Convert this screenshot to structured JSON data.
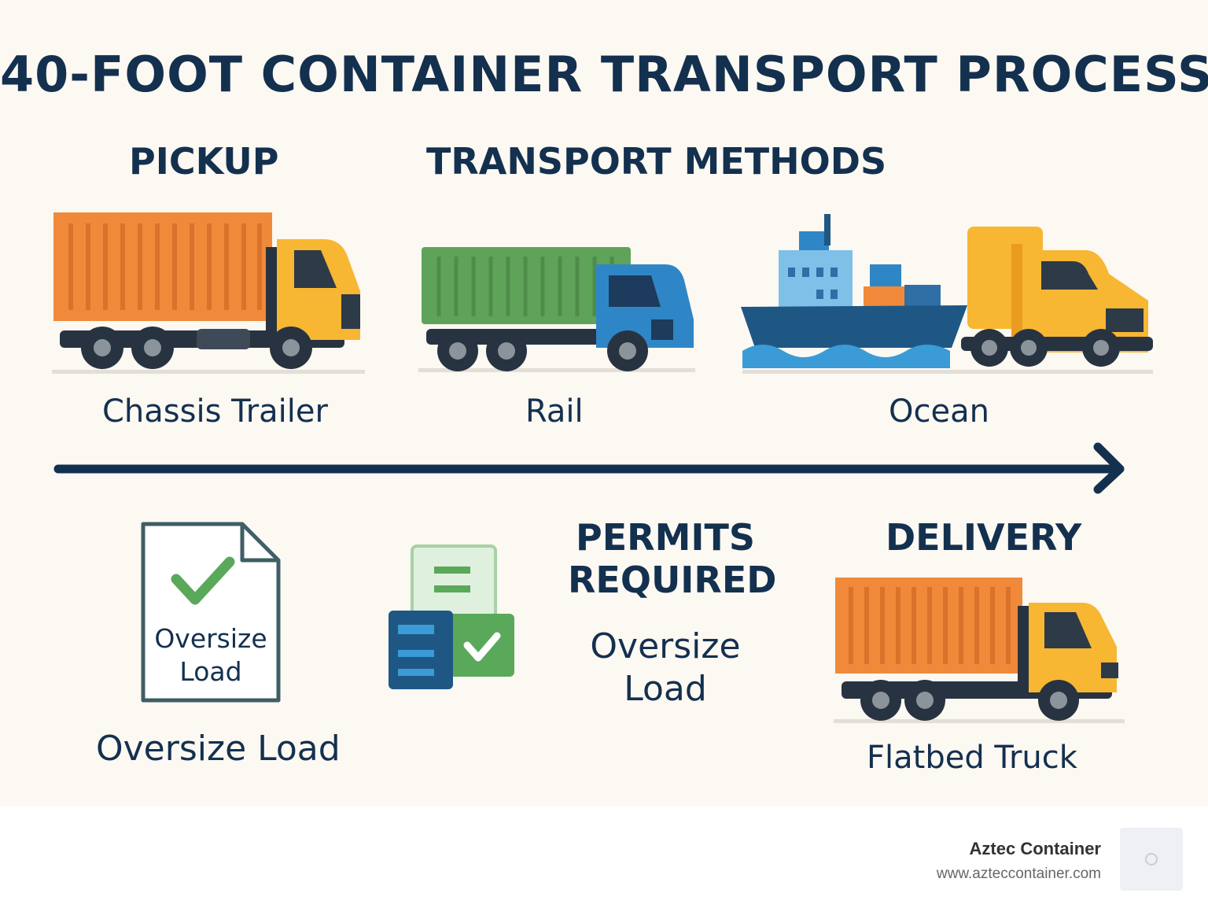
{
  "title": "40-FOOT CONTAINER TRANSPORT PROCESS",
  "sections": {
    "pickup": {
      "heading": "PICKUP",
      "label": "Chassis Trailer"
    },
    "transport": {
      "heading": "TRANSPORT METHODS",
      "rail_label": "Rail",
      "ocean_label": "Ocean"
    },
    "oversize": {
      "doc_text_1": "Oversize",
      "doc_text_2": "Load",
      "label": "Oversize Load"
    },
    "permits": {
      "heading_1": "PERMITS",
      "heading_2": "REQUIRED",
      "text_1": "Oversize",
      "text_2": "Load"
    },
    "delivery": {
      "heading": "DELIVERY",
      "label": "Flatbed Truck"
    }
  },
  "footer": {
    "brand": "Aztec Container",
    "url": "www.azteccontainer.com"
  },
  "colors": {
    "navy": "#14304f",
    "background": "#fcf8f2",
    "container_orange": "#f08a3a",
    "cab_yellow": "#f7b733",
    "container_green": "#5fa35a",
    "cab_blue": "#2f86c6",
    "ship_navy": "#1f5784",
    "check_green": "#5aa85a"
  },
  "icons": [
    "truck-icon",
    "rail-truck-icon",
    "ship-icon",
    "document-check-icon",
    "permits-icon",
    "arrow-right-icon"
  ]
}
